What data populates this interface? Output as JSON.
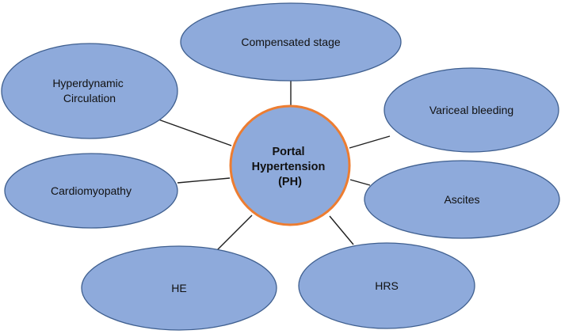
{
  "diagram": {
    "center": {
      "lines": [
        "Portal",
        "Hypertension",
        "(PH)"
      ]
    },
    "nodes": [
      {
        "id": "compensated-stage",
        "lines": [
          "Compensated stage"
        ]
      },
      {
        "id": "hyperdynamic-circulation",
        "lines": [
          "Hyperdynamic",
          "Circulation"
        ]
      },
      {
        "id": "variceal-bleeding",
        "lines": [
          "Variceal bleeding"
        ]
      },
      {
        "id": "cardiomyopathy",
        "lines": [
          "Cardiomyopathy"
        ]
      },
      {
        "id": "ascites",
        "lines": [
          "Ascites"
        ]
      },
      {
        "id": "he",
        "lines": [
          "HE"
        ]
      },
      {
        "id": "hrs",
        "lines": [
          "HRS"
        ]
      }
    ],
    "colors": {
      "node_fill": "#8eaadb",
      "node_stroke": "#3f5f8f",
      "center_stroke": "#ed7d31",
      "connector": "#1f1f1f"
    }
  }
}
